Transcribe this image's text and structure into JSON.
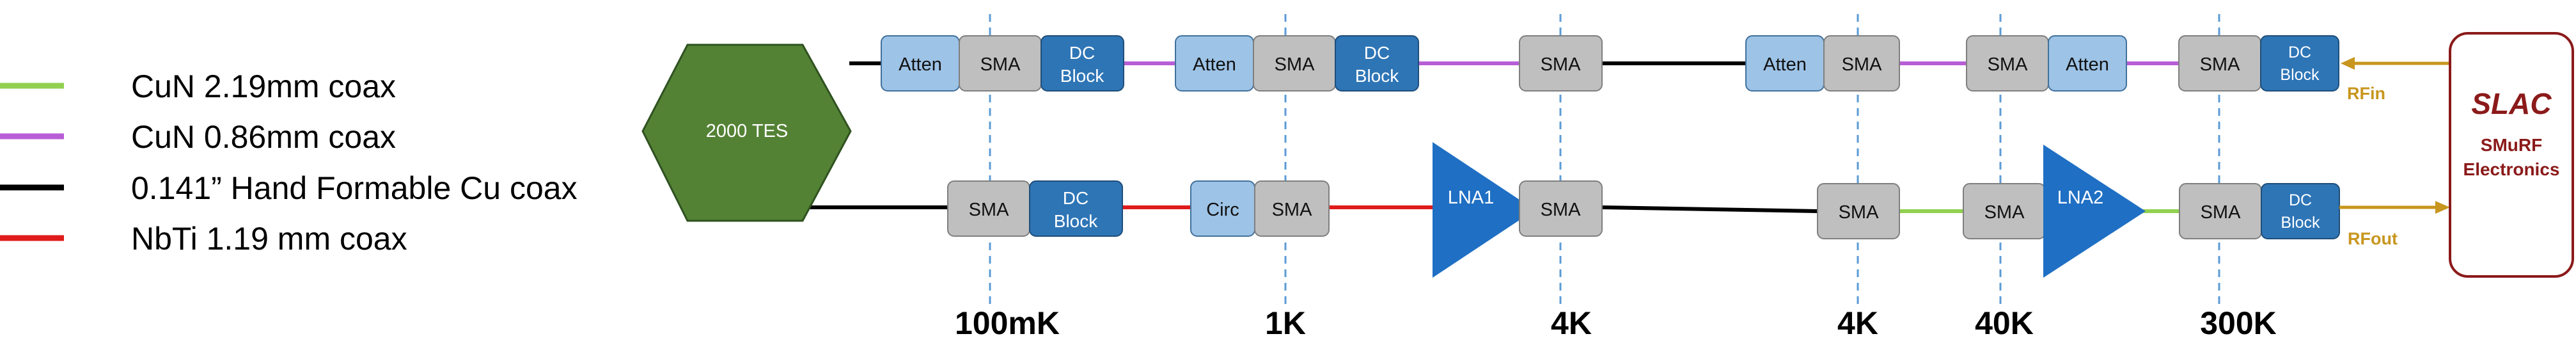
{
  "legend": [
    {
      "label": "CuN 2.19mm coax",
      "color": "#92d050"
    },
    {
      "label": "CuN 0.86mm coax",
      "color": "#b75ed6"
    },
    {
      "label": "0.141” Hand Formable Cu coax",
      "color": "#000000"
    },
    {
      "label": "NbTi 1.19 mm coax",
      "color": "#e01b1b"
    }
  ],
  "tes_label": "2000 TES",
  "stages": {
    "s100mk": "100mK",
    "s1k": "1K",
    "s4k_a": "4K",
    "s4k_b": "4K",
    "s40k": "40K",
    "s300k": "300K"
  },
  "components": {
    "atten": "Atten",
    "sma": "SMA",
    "dc_block_line1": "DC",
    "dc_block_line2": "Block",
    "circ": "Circ",
    "lna1": "LNA1",
    "lna2": "LNA2"
  },
  "smurf": {
    "logo": "SLAC",
    "line1": "SMuRF",
    "line2": "Electronics"
  },
  "signals": {
    "rf_in": "RFin",
    "rf_out": "RFout"
  },
  "colors": {
    "tes_fill": "#548235",
    "atten_fill": "#9dc3e6",
    "sma_fill": "#bfbfbf",
    "dc_block_fill": "#2e75b6",
    "circ_fill": "#9dc3e6",
    "lna_fill": "#1f6fc4",
    "smurf_border": "#8b1a1a",
    "smurf_text": "#8b1a1a",
    "arrow": "#c8961e",
    "stage_line": "#5b9bd5"
  }
}
